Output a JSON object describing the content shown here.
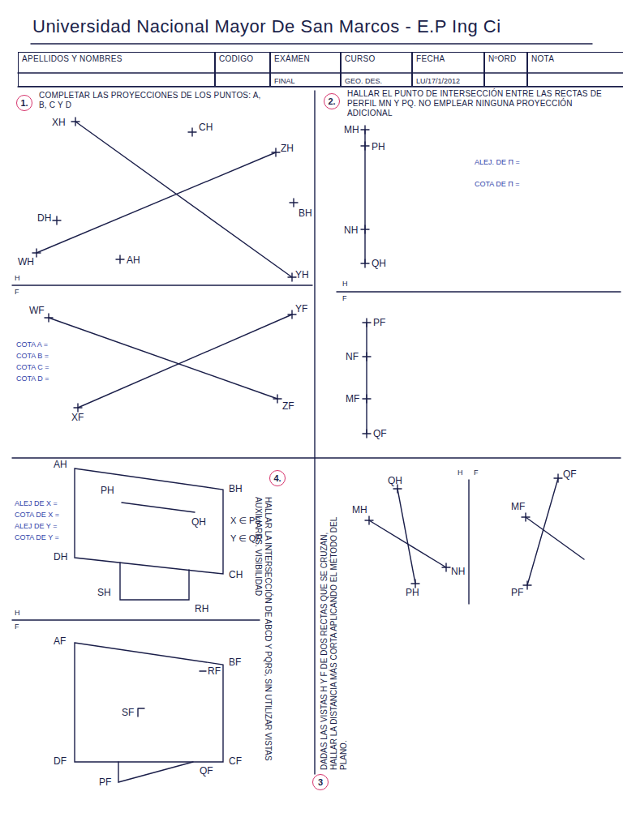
{
  "diagram": {
    "title": "Universidad Nacional Mayor De San Marcos - E.P Ing Ci",
    "nodes": [
      {
        "text": [
          "APELLIDOS Y NOMBRES"
        ]
      },
      {
        "text": [
          "CODIGO"
        ]
      },
      {
        "text": [
          "EXÁMEN",
          "FINAL"
        ]
      },
      {
        "text": [
          "CURSO",
          "GEO. DES."
        ]
      },
      {
        "text": [
          "FECHA",
          "LU/17/1/2012"
        ]
      },
      {
        "text": [
          "NºORD"
        ]
      },
      {
        "text": [
          "NOTA"
        ]
      },
      {
        "text": [
          "1."
        ]
      },
      {
        "text": [
          "2."
        ]
      },
      {
        "text": [
          "4."
        ]
      },
      {
        "text": [
          "3"
        ]
      }
    ],
    "labels": [
      "COMPLETAR LAS PROYECCIONES DE LOS PUNTOS: A, B, C Y D",
      "XH",
      "CH",
      "ZH",
      "BH",
      "DH",
      "WH",
      "AH",
      "YH",
      "H",
      "F",
      "WF",
      "YF",
      "XF",
      "ZF",
      "COTA A =",
      "COTA B =",
      "COTA C =",
      "COTA D =",
      "HALLAR EL PUNTO DE INTERSECCIÓN ENTRE LAS RECTAS DE PERFIL MN Y PQ. NO EMPLEAR NINGUNA PROYECCIÓN ADICIONAL",
      "MH",
      "PH",
      "NH",
      "QH",
      "ALEJ. DE Π =",
      "COTA DE Π =",
      "H",
      "F",
      "PF",
      "NF",
      "MF",
      "QF",
      "AH",
      "PH",
      "BH",
      "QH",
      "DH",
      "CH",
      "SH",
      "RH",
      "X ∈ PS",
      "Y ∈ QR",
      "ALEJ DE X =",
      "COTA DE X =",
      "ALEJ DE Y =",
      "COTA DE Y =",
      "H",
      "F",
      "AF",
      "BF",
      "RF",
      "SF",
      "DF",
      "CF",
      "PF",
      "QF",
      "HALLAR LA INTERSECCIÓN DE ABCD Y PQRS, SIN UTILIZAR VISTAS AUXILIARES. VISIBILIDAD",
      "DADAS LAS VISTAS H Y F DE DOS RECTAS QUE SE CRUZAN, HALLAR LA DISTANCIA MÁS CORTA APLICANDO EL MÉTODO DEL PLANO.",
      "QH",
      "MH",
      "NH",
      "PH",
      "H",
      "F",
      "MF",
      "QF",
      "PF"
    ]
  }
}
